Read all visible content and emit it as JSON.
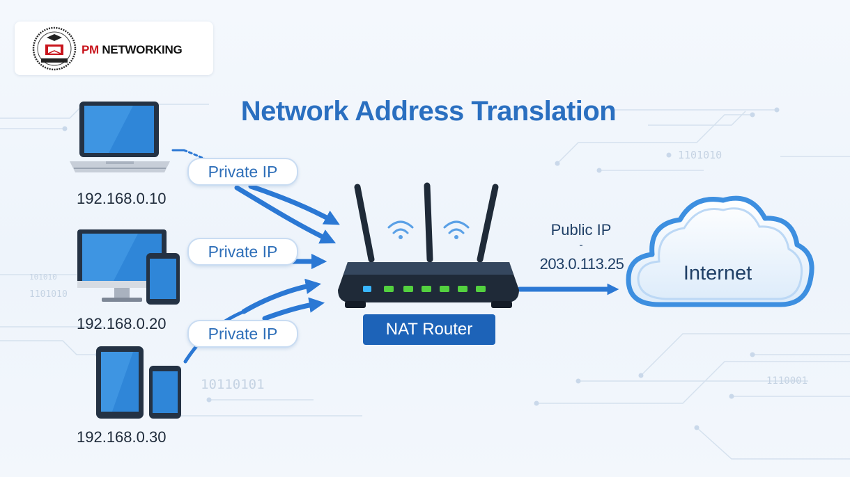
{
  "logo": {
    "brand_red": "PM",
    "brand_rest": " NETWORKING"
  },
  "title": "Network Address Translation",
  "devices": [
    {
      "name": "laptop",
      "ip": "192.168.0.10"
    },
    {
      "name": "desktop-and-phone",
      "ip": "192.168.0.20"
    },
    {
      "name": "tablet-and-phone",
      "ip": "192.168.0.30"
    }
  ],
  "pills": [
    "Private IP",
    "Private IP",
    "Private IP"
  ],
  "router": {
    "label": "NAT Router"
  },
  "public": {
    "label": "Public IP",
    "dash": "-",
    "address": "203.0.113.25"
  },
  "cloud": {
    "label": "Internet"
  },
  "binary": [
    "1101010",
    "1101010",
    "10110101",
    "1110001",
    "101010"
  ],
  "colors": {
    "title": "#2a6fc0",
    "pill_text": "#2d6eb8",
    "badge": "#1d63b8",
    "arrow": "#2b78d4",
    "router_body": "#1f2a38",
    "led_green": "#53d13f",
    "led_blue": "#39b6ff",
    "cloud_stroke": "#3d8fe0"
  },
  "icons": [
    "laptop-icon",
    "desktop-icon",
    "phone-icon",
    "tablet-icon",
    "router-icon",
    "wifi-icon",
    "cloud-icon",
    "logo-emblem"
  ]
}
